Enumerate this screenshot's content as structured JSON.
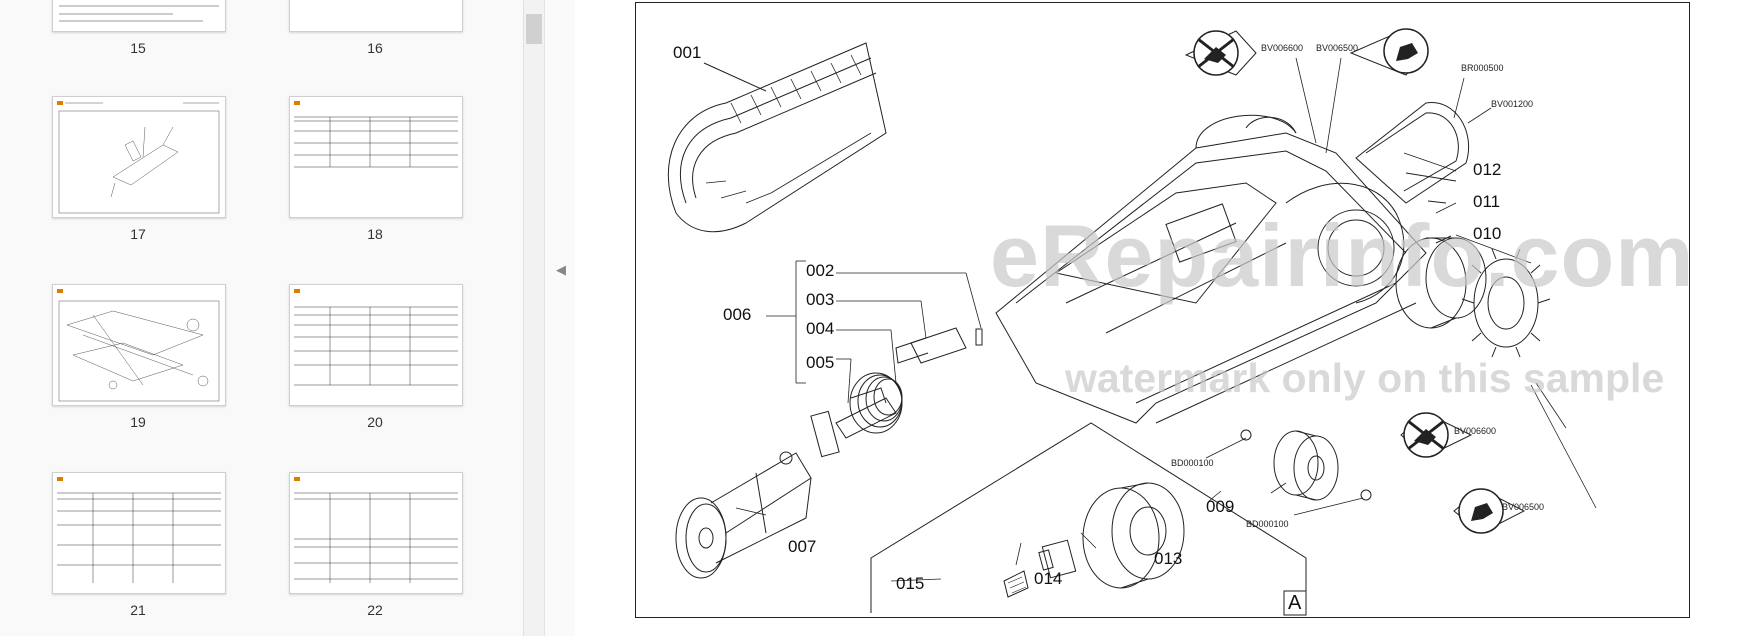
{
  "sidebar": {
    "thumbnails": [
      {
        "page": "15"
      },
      {
        "page": "16"
      },
      {
        "page": "17"
      },
      {
        "page": "18"
      },
      {
        "page": "19"
      },
      {
        "page": "20"
      },
      {
        "page": "21"
      },
      {
        "page": "22"
      }
    ]
  },
  "viewer": {
    "callouts": {
      "c001": "001",
      "c002": "002",
      "c003": "003",
      "c004": "004",
      "c005": "005",
      "c006": "006",
      "c007": "007",
      "c009": "009",
      "c010": "010",
      "c011": "011",
      "c012": "012",
      "c013": "013",
      "c014": "014",
      "c015": "015"
    },
    "part_codes": {
      "bv006600_top": "BV006600",
      "bv006500_top": "BV006500",
      "br000500": "BR000500",
      "bv001200": "BV001200",
      "bv006600_bot": "BV006600",
      "bv006500_bot": "BV006500",
      "bd000100_a": "BD000100",
      "bd000100_b": "BD000100"
    },
    "detail_label": "A",
    "watermark_main": "eRepairinfo.com",
    "watermark_sub": "watermark only on this sample"
  }
}
